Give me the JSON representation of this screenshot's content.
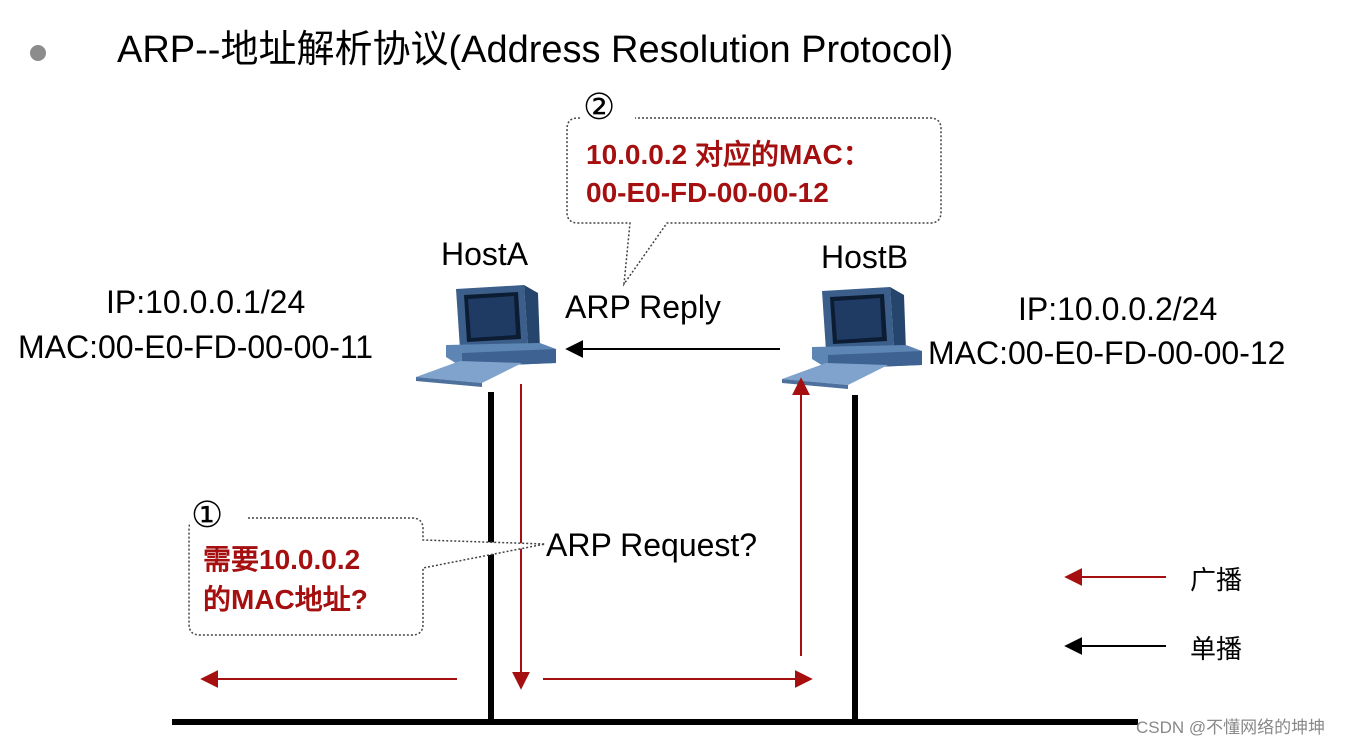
{
  "title": "ARP--地址解析协议(Address Resolution Protocol)",
  "host_a": {
    "name": "HostA",
    "ip": "IP:10.0.0.1/24",
    "mac": "MAC:00-E0-FD-00-00-11"
  },
  "host_b": {
    "name": "HostB",
    "ip": "IP:10.0.0.2/24",
    "mac": "MAC:00-E0-FD-00-00-12"
  },
  "arp_reply_label": "ARP Reply",
  "arp_request_label": "ARP  Request?",
  "callout_1": {
    "number": "①",
    "line1": "需要10.0.0.2",
    "line2": "的MAC地址?"
  },
  "callout_2": {
    "number": "②",
    "line1": "10.0.0.2 对应的MAC：",
    "line2": "00-E0-FD-00-00-12"
  },
  "legend": {
    "broadcast": "广播",
    "unicast": "单播"
  },
  "watermark": "CSDN @不懂网络的坤坤",
  "colors": {
    "broadcast": "#a50f0f",
    "unicast": "#000000",
    "callout_text": "#a50f0f",
    "computer_body": "#4a6f99"
  }
}
